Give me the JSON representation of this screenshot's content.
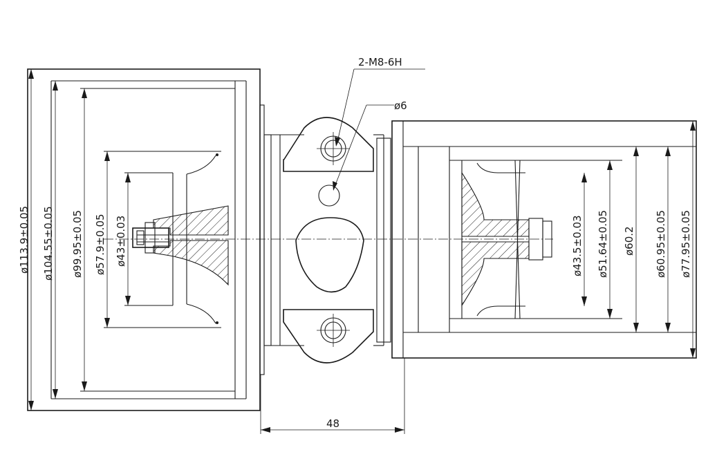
{
  "callouts": {
    "thread": "2-M8-6H",
    "hole": "ø6"
  },
  "dimensions": {
    "compressor_od": "ø113.9±0.05",
    "compressor_inner": "ø104.55±0.05",
    "compressor_wheel": "ø99.95±0.05",
    "compressor_inducer": "ø57.9±0.05",
    "compressor_hub": "ø43±0.03",
    "turbine_hub": "ø43.5±0.03",
    "turbine_inducer": "ø51.64±0.05",
    "turbine_wheel": "ø60.2",
    "turbine_bore": "ø60.95±0.05",
    "turbine_od": "ø77.95±0.05",
    "center_length": "48"
  }
}
